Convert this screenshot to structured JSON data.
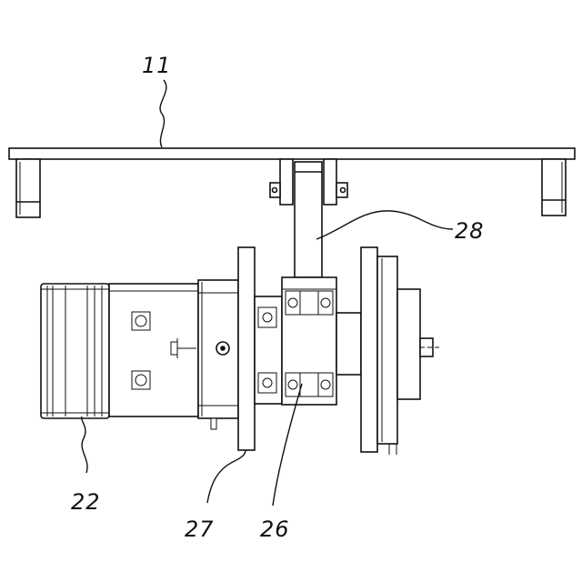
{
  "reference_numerals": {
    "base_plate": "11",
    "support_arm": "28",
    "motor": "22",
    "flange_plate": "27",
    "bearing_housing": "26"
  }
}
